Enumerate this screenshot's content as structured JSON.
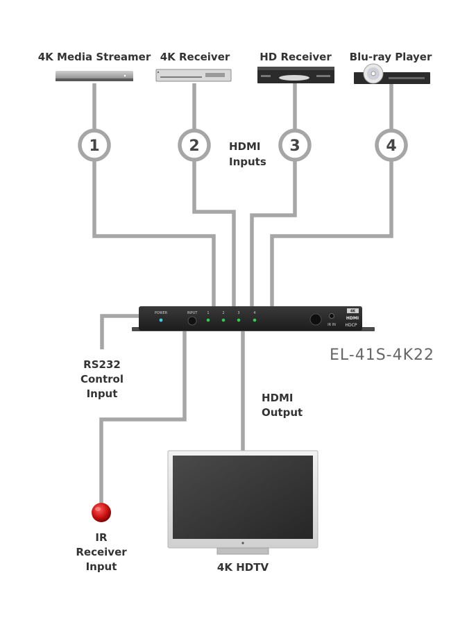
{
  "sources": [
    {
      "label": "4K Media Streamer",
      "number": "1",
      "icon": "media-streamer-icon"
    },
    {
      "label": "4K Receiver",
      "number": "2",
      "icon": "receiver-icon"
    },
    {
      "label": "HD Receiver",
      "number": "3",
      "icon": "hd-receiver-icon"
    },
    {
      "label": "Blu-ray Player",
      "number": "4",
      "icon": "bluray-player-icon"
    }
  ],
  "hdmi_inputs": {
    "line1": "HDMI",
    "line2": "Inputs"
  },
  "device": {
    "model": "EL-41S-4K22",
    "power_label": "POWER",
    "input_label": "INPUT",
    "led_labels": [
      "1",
      "2",
      "3",
      "4"
    ],
    "ir_label": "IR IN",
    "badge_hdmi": "HDMI",
    "badge_hdcp": "HDCP",
    "badge_4k": "4K"
  },
  "rs232": {
    "line1": "RS232",
    "line2": "Control",
    "line3": "Input"
  },
  "hdmi_output": {
    "line1": "HDMI",
    "line2": "Output"
  },
  "ir_receiver": {
    "line1": "IR",
    "line2": "Receiver",
    "line3": "Input"
  },
  "tv": {
    "label": "4K HDTV"
  },
  "colors": {
    "cable": "#a6a6a6",
    "led": "#2fcf4a",
    "ir_bulb": "#c81010",
    "device": "#2a2a2a"
  }
}
